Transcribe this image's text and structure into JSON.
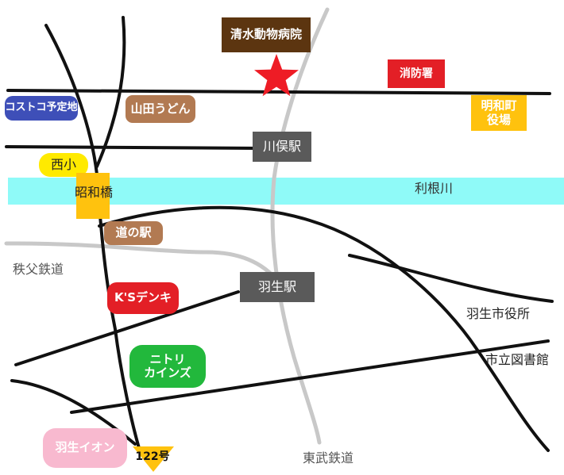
{
  "colors": {
    "road": "#111111",
    "rail": "#c8c8c8",
    "river": "#8ffaf8",
    "station_box": "#5a5a5a",
    "hospital_star": "#ee1c25",
    "route_marker": "#ffc20e"
  },
  "icons": {
    "hospital_marker": "red-star-icon",
    "route_marker": "yellow-triangle-icon"
  },
  "hospital": {
    "name": "清水動物病院"
  },
  "landmarks": {
    "fire_station": "消防署",
    "costco": "コストコ予定地",
    "yamada_udon": "山田うどん",
    "town_office_line1": "明和町",
    "town_office_line2": "役場",
    "nishi_school": "西小",
    "showa_bridge": "昭和橋",
    "michi_no_eki": "道の駅",
    "ks_denki": "K'Sデンキ",
    "nitori_line1": "ニトリ",
    "nitori_line2": "カインズ",
    "hanyu_aeon": "羽生イオン",
    "city_hall": "羽生市役所",
    "library": "市立図書館"
  },
  "stations": {
    "kawamata": "川俣駅",
    "hanyu": "羽生駅"
  },
  "railways": {
    "chichibu": "秩父鉄道",
    "tobu": "東武鉄道"
  },
  "river": {
    "name": "利根川"
  },
  "route": {
    "label": "122号"
  }
}
